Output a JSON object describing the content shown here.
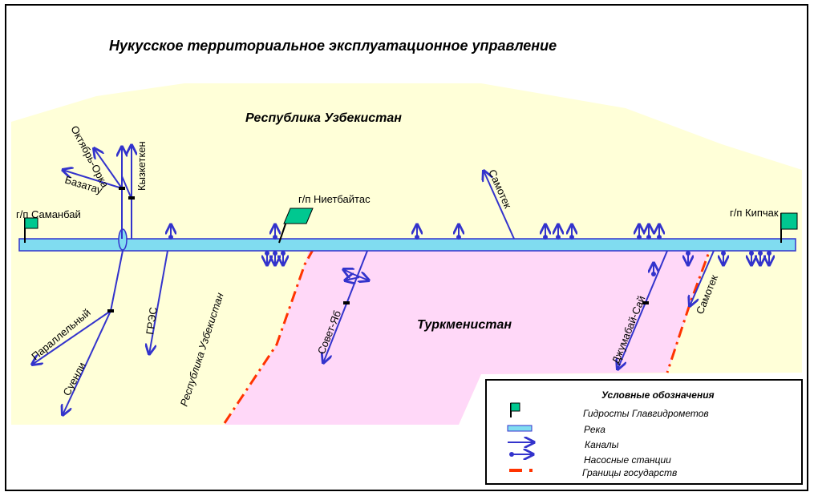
{
  "title": "Нукусское территориальное эксплуатационное управление",
  "regions": {
    "uzbekistan_top": "Республика Узбекистан",
    "uzbekistan_left": "Республика Узбекистан",
    "turkmenistan": "Туркменистан"
  },
  "gauging_stations": [
    "г/п Саманбай",
    "г/п Ниетбайтас",
    "г/п Кипчак"
  ],
  "canals": {
    "oktyabr_orka": "Октябрь-Орка",
    "bazatau": "Базатау",
    "kyzketken": "Кызкеткен",
    "samotek_top": "Самотек",
    "parallelny": "Параллельный",
    "suenli": "Суенли",
    "gres": "ГРЭС",
    "sovet_yab": "Совет-Яб",
    "dzhumabay_say": "Джумабай-Сай",
    "samotek_right": "Самотек"
  },
  "legend": {
    "title": "Условные обозначения",
    "items": [
      {
        "label": "Гидросты Главгидрометов",
        "icon": "flag-icon"
      },
      {
        "label": "Река",
        "icon": "river-icon"
      },
      {
        "label": "Каналы",
        "icon": "canal-arrow-icon"
      },
      {
        "label": "Насосные станции",
        "icon": "pump-station-icon"
      },
      {
        "label": "Границы государств",
        "icon": "border-line-icon"
      }
    ]
  },
  "colors": {
    "uzbekistan": "#ffffd8",
    "turkmenistan": "#ffd8f8",
    "river": "#80dcf0",
    "canal": "#3333cc",
    "border": "#ff3300",
    "flag": "#00c890"
  }
}
